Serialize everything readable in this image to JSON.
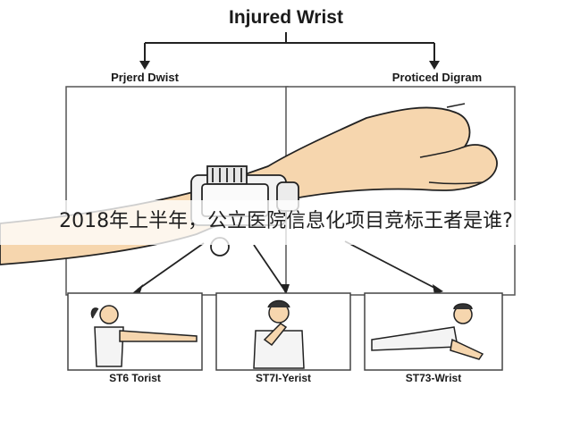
{
  "diagram": {
    "title": "Injured Wrist",
    "left_panel_label": "Prjerd Dwist",
    "right_panel_label": "Proticed Digram",
    "poses": [
      {
        "caption": "ST6 Torist"
      },
      {
        "caption": "ST7I-Yerist"
      },
      {
        "caption": "ST73-Wrist"
      }
    ]
  },
  "overlay": {
    "question": "2018年上半年，公立医院信息化项目竞标王者是谁?"
  },
  "colors": {
    "skin": "#f6d6ae",
    "line": "#222222",
    "panel_border": "#555555"
  }
}
